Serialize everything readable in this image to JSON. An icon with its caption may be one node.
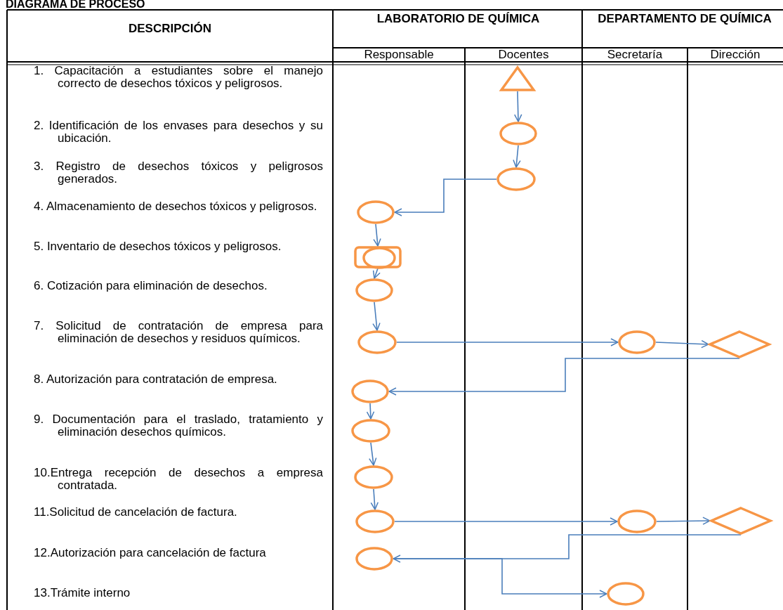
{
  "diagram": {
    "title": "DIAGRAMA DE PROCESO",
    "nodes": [
      {
        "text": [],
        "shape": "triangle"
      },
      {
        "text": [],
        "shape": "circle"
      },
      {
        "text": [],
        "shape": "circle"
      },
      {
        "text": [],
        "shape": "circle"
      },
      {
        "text": [],
        "shape": "box"
      },
      {
        "text": [],
        "shape": "circle"
      },
      {
        "text": [],
        "shape": "circle"
      },
      {
        "text": [],
        "shape": "circle"
      },
      {
        "text": [],
        "shape": "diamond"
      },
      {
        "text": [],
        "shape": "circle"
      },
      {
        "text": [],
        "shape": "circle"
      },
      {
        "text": [],
        "shape": "circle"
      },
      {
        "text": [],
        "shape": "circle"
      },
      {
        "text": [],
        "shape": "circle"
      },
      {
        "text": [],
        "shape": "diamond"
      },
      {
        "text": [],
        "shape": "circle"
      },
      {
        "text": [],
        "shape": "circle"
      }
    ],
    "edges": [
      {
        "from": 0,
        "to": 1,
        "arrow": "to"
      },
      {
        "from": 1,
        "to": 2,
        "arrow": "to"
      },
      {
        "from": 2,
        "to": 3,
        "arrow": "to"
      },
      {
        "from": 3,
        "to": 4,
        "arrow": "to"
      },
      {
        "from": 4,
        "to": 5,
        "arrow": "to"
      },
      {
        "from": 5,
        "to": 6,
        "arrow": "to"
      },
      {
        "from": 6,
        "to": 7,
        "arrow": "to"
      },
      {
        "from": 7,
        "to": 8,
        "arrow": "to"
      },
      {
        "from": 8,
        "to": 9,
        "arrow": "to"
      },
      {
        "from": 9,
        "to": 10,
        "arrow": "to"
      },
      {
        "from": 10,
        "to": 11,
        "arrow": "to"
      },
      {
        "from": 11,
        "to": 12,
        "arrow": "to"
      },
      {
        "from": 12,
        "to": 13,
        "arrow": "to"
      },
      {
        "from": 13,
        "to": 14,
        "arrow": "to"
      },
      {
        "from": 14,
        "to": 15,
        "arrow": "to"
      },
      {
        "from": 15,
        "to": 16,
        "arrow": "to"
      }
    ],
    "labels": [
      "DESCRIPCIÓN",
      "LABORATORIO DE QUÍMICA",
      "DEPARTAMENTO DE QUÍMICA",
      "Responsable",
      "Docentes",
      "Secretaría",
      "Dirección",
      "1. Capacitación a estudiantes sobre el manejo correcto de desechos tóxicos y peligrosos.",
      "2. Identificación de los envases para desechos y su ubicación.",
      "3. Registro de desechos tóxicos y peligrosos generados.",
      "4. Almacenamiento de desechos tóxicos y peligrosos.",
      "5. Inventario de desechos tóxicos y peligrosos.",
      "6. Cotización para eliminación de desechos.",
      "7. Solicitud de contratación de empresa para eliminación de desechos y residuos químicos.",
      "8. Autorización para contratación de empresa.",
      "9. Documentación para el traslado, tratamiento y eliminación desechos químicos.",
      "10.Entrega recepción de desechos a empresa contratada.",
      "11.Solicitud de cancelación de factura.",
      "12.Autorización para cancelación de factura",
      "13.Trámite interno"
    ]
  }
}
